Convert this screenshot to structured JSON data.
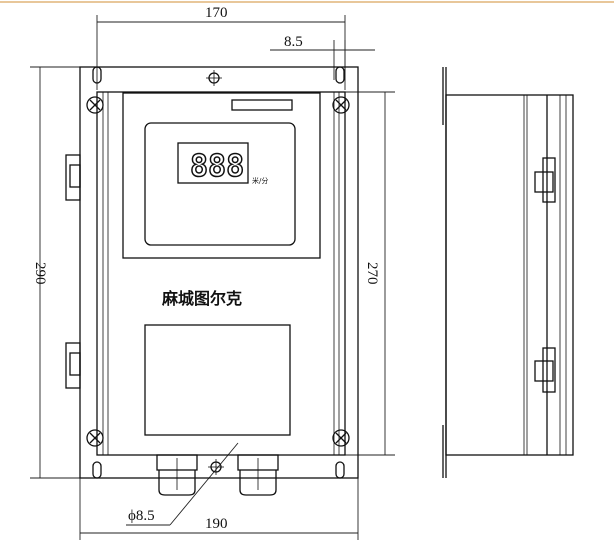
{
  "dimensions": {
    "top_width": "170",
    "hole_spacing": "8.5",
    "overall_height": "290",
    "inner_height": "270",
    "hole_diameter": "ϕ8.5",
    "bottom_width": "190"
  },
  "device": {
    "brand_label": "麻城图尔克",
    "display_digits": "888",
    "display_unit": "米/分"
  },
  "colors": {
    "line": "#111111",
    "top_rule": "#e8c79a"
  }
}
